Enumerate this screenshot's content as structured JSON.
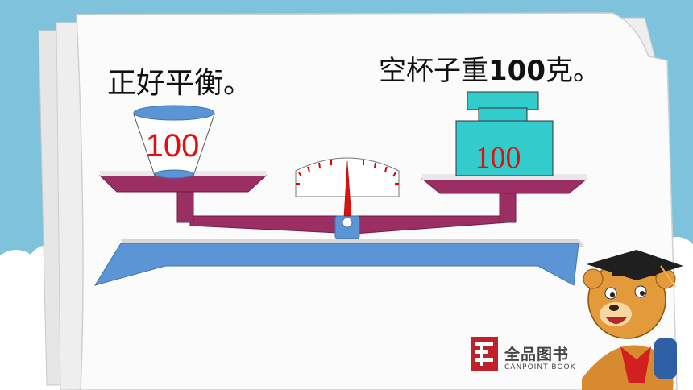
{
  "caption_left": "正好平衡。",
  "caption_right_prefix": "空杯子重",
  "caption_right_number": "100",
  "caption_right_suffix": "克。",
  "cup_label": "100",
  "weight_label": "100",
  "logo": {
    "name_cn": "全品图书",
    "name_en": "CANPOINT BOOK"
  },
  "colors": {
    "sky": "#7ec3db",
    "scale_pan": "#9b2f63",
    "scale_base": "#5b95d6",
    "weight": "#33cccc",
    "label_red": "#e01010"
  }
}
